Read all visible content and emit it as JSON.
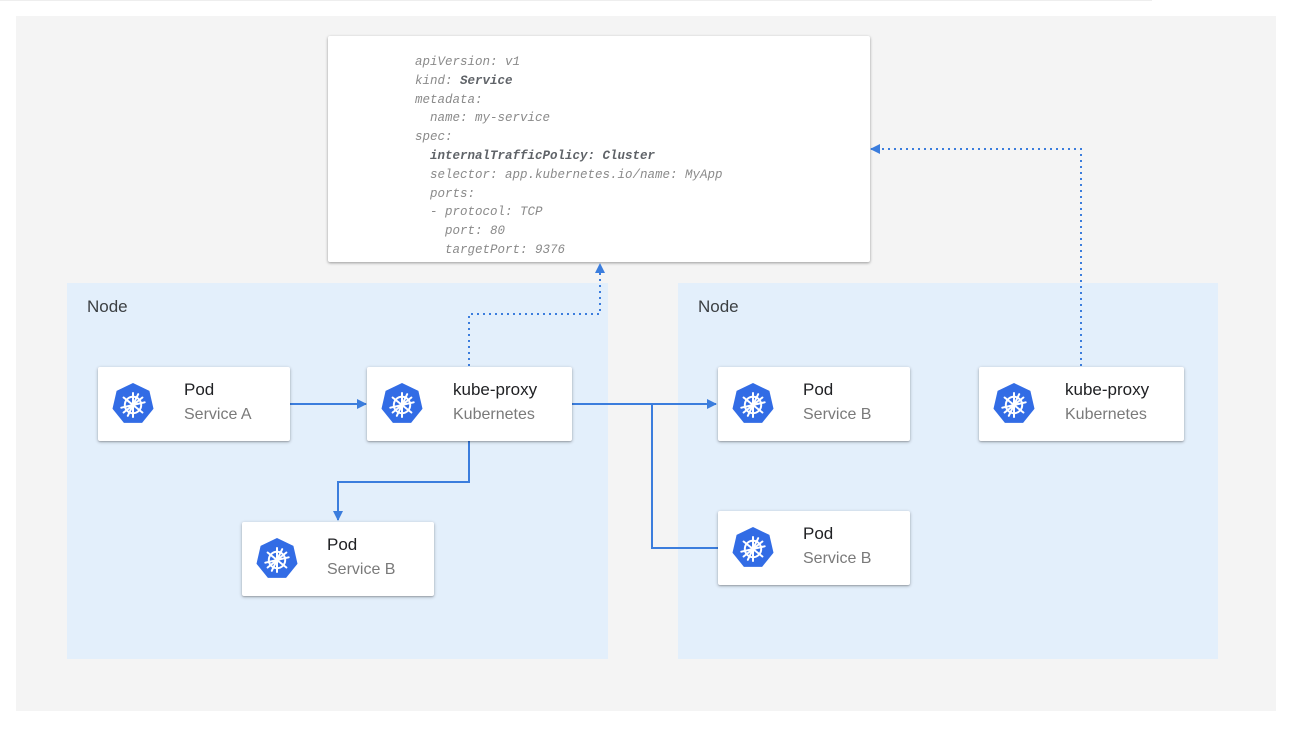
{
  "colors": {
    "accent": "#3b7ddd",
    "node_bg": "#e3effb",
    "canvas_bg": "#f4f4f4",
    "k8s_blue": "#326ce5"
  },
  "yaml_lines": [
    {
      "text": "apiVersion: v1",
      "strong": false
    },
    {
      "text": "kind: ",
      "strong": false,
      "strong_suffix": "Service"
    },
    {
      "text": "metadata:",
      "strong": false
    },
    {
      "text": "  name: my-service",
      "strong": false
    },
    {
      "text": "spec:",
      "strong": false
    },
    {
      "text": "  internalTrafficPolicy: Cluster",
      "strong": true
    },
    {
      "text": "  selector: app.kubernetes.io/name: MyApp",
      "strong": false
    },
    {
      "text": "  ports:",
      "strong": false
    },
    {
      "text": "  - protocol: TCP",
      "strong": false
    },
    {
      "text": "    port: 80",
      "strong": false
    },
    {
      "text": "    targetPort: 9376",
      "strong": false
    }
  ],
  "nodes": [
    {
      "label": "Node"
    },
    {
      "label": "Node"
    }
  ],
  "cards": {
    "pod_a": {
      "title": "Pod",
      "subtitle": "Service A",
      "icon": "kubernetes-icon"
    },
    "proxy_left": {
      "title": "kube-proxy",
      "subtitle": "Kubernetes",
      "icon": "kubernetes-icon"
    },
    "pod_b_left": {
      "title": "Pod",
      "subtitle": "Service B",
      "icon": "kubernetes-icon"
    },
    "pod_b_right_top": {
      "title": "Pod",
      "subtitle": "Service B",
      "icon": "kubernetes-icon"
    },
    "pod_b_right_bottom": {
      "title": "Pod",
      "subtitle": "Service B",
      "icon": "kubernetes-icon"
    },
    "proxy_right": {
      "title": "kube-proxy",
      "subtitle": "Kubernetes",
      "icon": "kubernetes-icon"
    }
  }
}
